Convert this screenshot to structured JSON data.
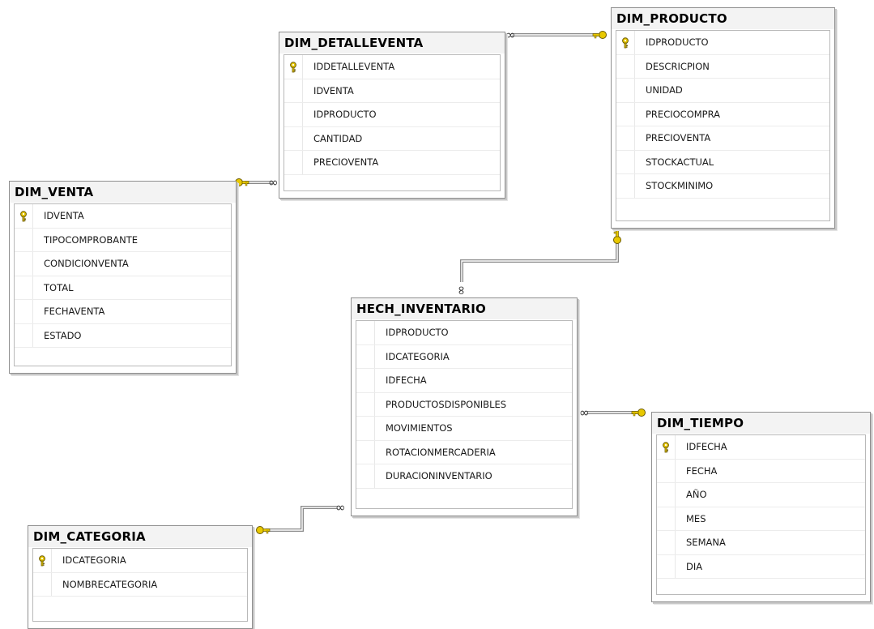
{
  "tables": {
    "dim_detalleventa": {
      "title": "DIM_DETALLEVENTA",
      "columns": [
        {
          "name": "IDDETALLEVENTA",
          "pk": true
        },
        {
          "name": "IDVENTA",
          "pk": false
        },
        {
          "name": "IDPRODUCTO",
          "pk": false
        },
        {
          "name": "CANTIDAD",
          "pk": false
        },
        {
          "name": "PRECIOVENTA",
          "pk": false
        }
      ]
    },
    "dim_producto": {
      "title": "DIM_PRODUCTO",
      "columns": [
        {
          "name": "IDPRODUCTO",
          "pk": true
        },
        {
          "name": "DESCRICPION",
          "pk": false
        },
        {
          "name": "UNIDAD",
          "pk": false
        },
        {
          "name": "PRECIOCOMPRA",
          "pk": false
        },
        {
          "name": "PRECIOVENTA",
          "pk": false
        },
        {
          "name": "STOCKACTUAL",
          "pk": false
        },
        {
          "name": "STOCKMINIMO",
          "pk": false
        }
      ]
    },
    "dim_venta": {
      "title": "DIM_VENTA",
      "columns": [
        {
          "name": "IDVENTA",
          "pk": true
        },
        {
          "name": "TIPOCOMPROBANTE",
          "pk": false
        },
        {
          "name": "CONDICIONVENTA",
          "pk": false
        },
        {
          "name": "TOTAL",
          "pk": false
        },
        {
          "name": "FECHAVENTA",
          "pk": false
        },
        {
          "name": "ESTADO",
          "pk": false
        }
      ]
    },
    "hech_inventario": {
      "title": "HECH_INVENTARIO",
      "columns": [
        {
          "name": "IDPRODUCTO",
          "pk": false
        },
        {
          "name": "IDCATEGORIA",
          "pk": false
        },
        {
          "name": "IDFECHA",
          "pk": false
        },
        {
          "name": "PRODUCTOSDISPONIBLES",
          "pk": false
        },
        {
          "name": "MOVIMIENTOS",
          "pk": false
        },
        {
          "name": "ROTACIONMERCADERIA",
          "pk": false
        },
        {
          "name": "DURACIONINVENTARIO",
          "pk": false
        }
      ]
    },
    "dim_tiempo": {
      "title": "DIM_TIEMPO",
      "columns": [
        {
          "name": "IDFECHA",
          "pk": true
        },
        {
          "name": "FECHA",
          "pk": false
        },
        {
          "name": "AÑO",
          "pk": false
        },
        {
          "name": "MES",
          "pk": false
        },
        {
          "name": "SEMANA",
          "pk": false
        },
        {
          "name": "DIA",
          "pk": false
        }
      ]
    },
    "dim_categoria": {
      "title": "DIM_CATEGORIA",
      "columns": [
        {
          "name": "IDCATEGORIA",
          "pk": true
        },
        {
          "name": "NOMBRECATEGORIA",
          "pk": false
        }
      ]
    }
  },
  "relationships": [
    {
      "from": "dim_detalleventa",
      "to": "dim_producto",
      "many_side": "dim_detalleventa",
      "one_side": "dim_producto"
    },
    {
      "from": "dim_detalleventa",
      "to": "dim_venta",
      "many_side": "dim_detalleventa",
      "one_side": "dim_venta"
    },
    {
      "from": "hech_inventario",
      "to": "dim_producto",
      "many_side": "hech_inventario",
      "one_side": "dim_producto"
    },
    {
      "from": "hech_inventario",
      "to": "dim_tiempo",
      "many_side": "hech_inventario",
      "one_side": "dim_tiempo"
    },
    {
      "from": "hech_inventario",
      "to": "dim_categoria",
      "many_side": "hech_inventario",
      "one_side": "dim_categoria"
    }
  ],
  "colors": {
    "key": "#e8c800",
    "key_outline": "#6b5a00",
    "line": "#8a8a8a",
    "border": "#8f8f8f"
  },
  "icons": {
    "primary_key": "key-icon",
    "one_end": "key-icon",
    "many_end": "infinity-icon"
  }
}
